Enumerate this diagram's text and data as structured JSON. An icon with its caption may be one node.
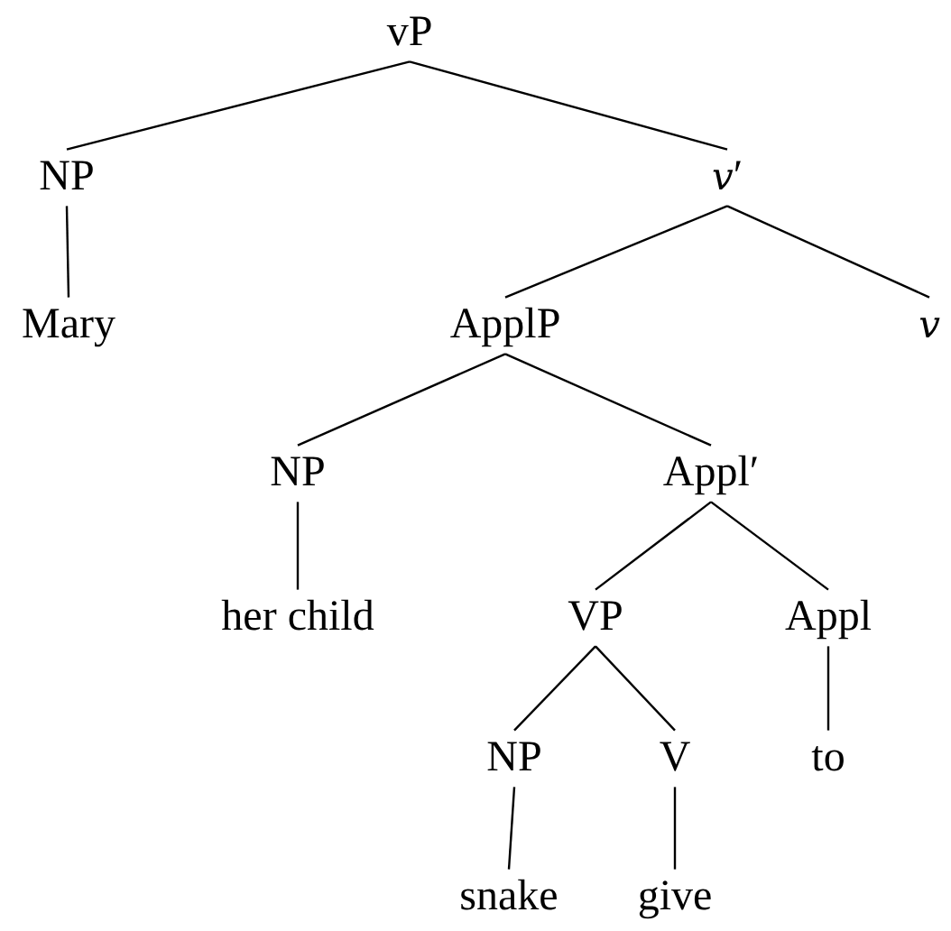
{
  "diagram": {
    "nodes": [
      {
        "text": [
          "vP"
        ]
      },
      {
        "text": [
          "NP"
        ]
      },
      {
        "text": [
          "*v*′"
        ]
      },
      {
        "text": [
          "Mary"
        ]
      },
      {
        "text": [
          "ApplP"
        ]
      },
      {
        "text": [
          "*v*"
        ]
      },
      {
        "text": [
          "NP"
        ]
      },
      {
        "text": [
          "Appl′"
        ]
      },
      {
        "text": [
          "her child"
        ]
      },
      {
        "text": [
          "VP"
        ]
      },
      {
        "text": [
          "Appl"
        ]
      },
      {
        "text": [
          "NP"
        ]
      },
      {
        "text": [
          "V"
        ]
      },
      {
        "text": [
          "to"
        ]
      },
      {
        "text": [
          "snake"
        ]
      },
      {
        "text": [
          "give"
        ]
      }
    ],
    "edges": [
      {
        "from": 0,
        "to": 1,
        "arrow": "none"
      },
      {
        "from": 0,
        "to": 2,
        "arrow": "none"
      },
      {
        "from": 1,
        "to": 3,
        "arrow": "none"
      },
      {
        "from": 2,
        "to": 4,
        "arrow": "none"
      },
      {
        "from": 2,
        "to": 5,
        "arrow": "none"
      },
      {
        "from": 4,
        "to": 6,
        "arrow": "none"
      },
      {
        "from": 4,
        "to": 7,
        "arrow": "none"
      },
      {
        "from": 6,
        "to": 8,
        "arrow": "none"
      },
      {
        "from": 7,
        "to": 9,
        "arrow": "none"
      },
      {
        "from": 7,
        "to": 10,
        "arrow": "none"
      },
      {
        "from": 9,
        "to": 11,
        "arrow": "none"
      },
      {
        "from": 9,
        "to": 12,
        "arrow": "none"
      },
      {
        "from": 10,
        "to": 13,
        "arrow": "none"
      },
      {
        "from": 11,
        "to": 14,
        "arrow": "none"
      },
      {
        "from": 12,
        "to": 15,
        "arrow": "none"
      }
    ]
  }
}
